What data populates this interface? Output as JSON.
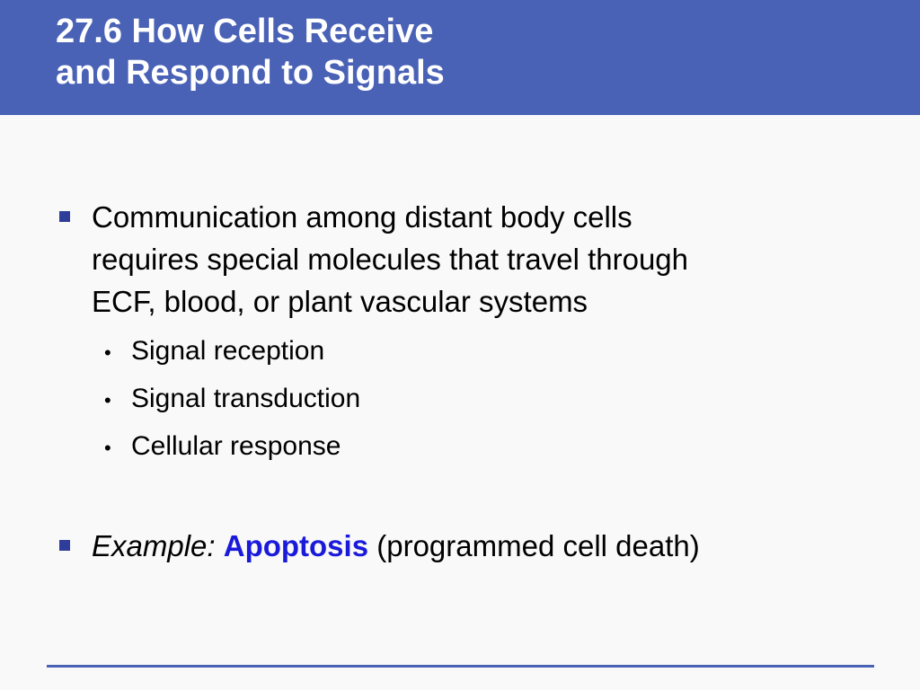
{
  "slide": {
    "title_line1": "27.6 How Cells Receive",
    "title_line2": "and Respond to Signals",
    "bullets": [
      {
        "lines": [
          "Communication among distant body cells",
          "requires special molecules that travel through",
          "ECF, blood, or plant vascular systems"
        ],
        "subbullets": [
          "Signal reception",
          "Signal transduction",
          "Cellular response"
        ]
      },
      {
        "prefix": "Example:",
        "highlight": "Apoptosis",
        "suffix": "(programmed cell death)"
      }
    ],
    "sub_bullet_glyph": "•"
  },
  "colors": {
    "header": "#4a62b6",
    "bullet": "#2e3d9a",
    "accent": "#1a1adb",
    "background": "#f9f9f9"
  }
}
